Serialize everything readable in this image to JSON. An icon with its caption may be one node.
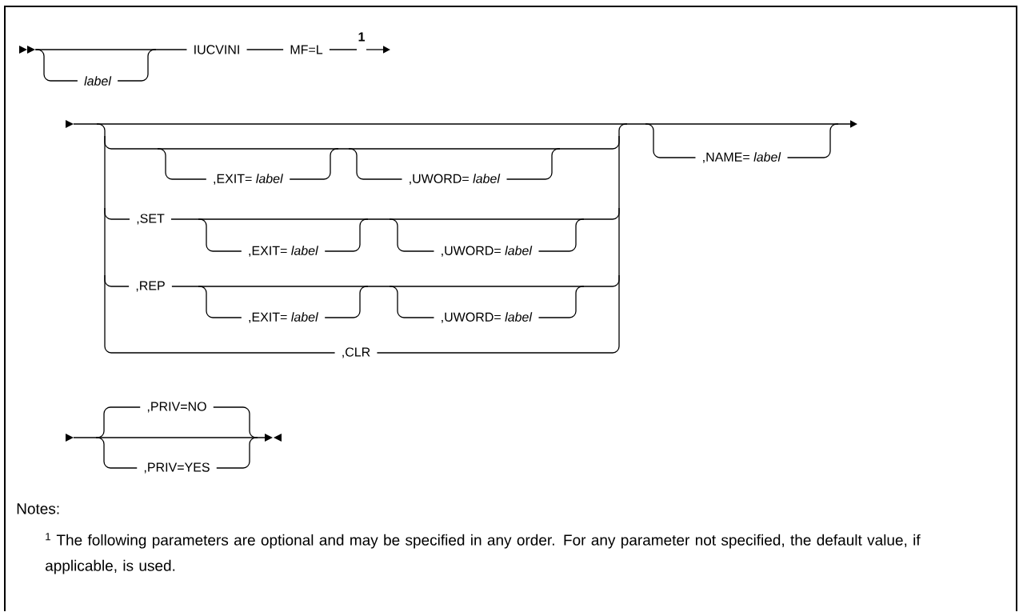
{
  "diagram": {
    "labels": [
      "IUCVINI",
      "MF=L",
      "1",
      "label",
      ",EXIT= *label*",
      ",UWORD= *label*",
      ",NAME= *label*",
      ",SET",
      ",EXIT= *label*",
      ",UWORD= *label*",
      ",REP",
      ",EXIT= *label*",
      ",UWORD= *label*",
      ",CLR",
      ",PRIV=NO",
      ",PRIV=YES",
      "Notes:",
      "$^{1}$ The following parameters are optional and may be specified in any order. For any parameter not specified, the default value, if applicable, is used."
    ]
  }
}
